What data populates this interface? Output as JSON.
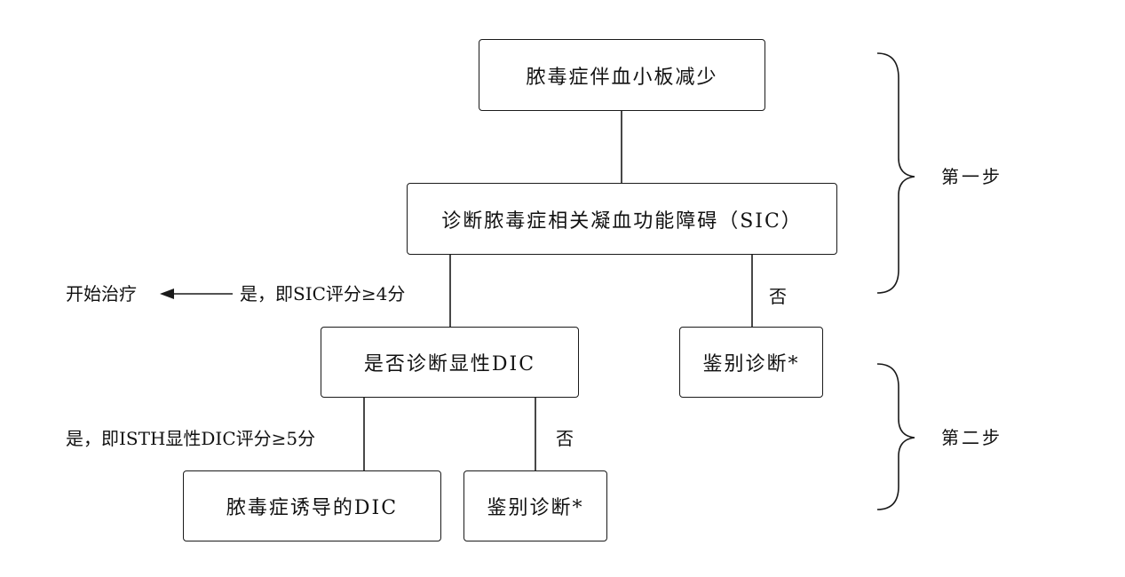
{
  "nodes": {
    "root": "脓毒症伴血小板减少",
    "sic": "诊断脓毒症相关凝血功能障碍（SIC）",
    "overt_dic_question": "是否诊断显性DIC",
    "differential_1": "鉴别诊断*",
    "sepsis_dic": "脓毒症诱导的DIC",
    "differential_2": "鉴别诊断*",
    "start_treatment": "开始治疗"
  },
  "edges": {
    "sic_yes": "是，即SIC评分≥4分",
    "sic_no": "否",
    "isth_yes": "是，即ISTH显性DIC评分≥5分",
    "isth_no": "否"
  },
  "steps": {
    "step1": "第一步",
    "step2": "第二步"
  }
}
